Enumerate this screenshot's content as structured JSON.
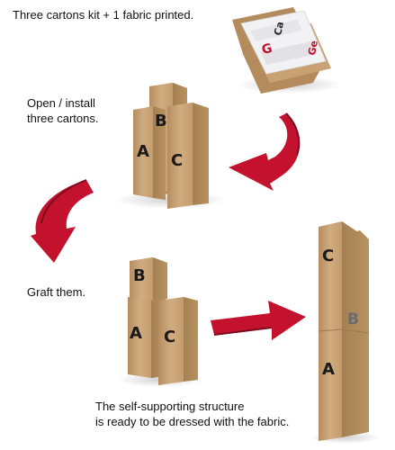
{
  "steps": {
    "kit": "Three cartons kit + 1 fabric printed.",
    "open_line1": "Open / install",
    "open_line2": "three cartons.",
    "graft": "Graft them.",
    "result_line1": "The self-supporting structure",
    "result_line2": "is ready to be dressed with the fabric."
  },
  "box_labels": {
    "a": "A",
    "b": "B",
    "c": "C"
  },
  "fabric_logo": {
    "letter": "G",
    "fragment_1": "Ca",
    "fragment_2": "Ge"
  },
  "colors": {
    "cardboard": "#c9a57a",
    "cardboard_dark": "#a88457",
    "cardboard_light": "#ddbf97",
    "arrow_red": "#c4122e",
    "arrow_dark": "#7d0a1c"
  }
}
